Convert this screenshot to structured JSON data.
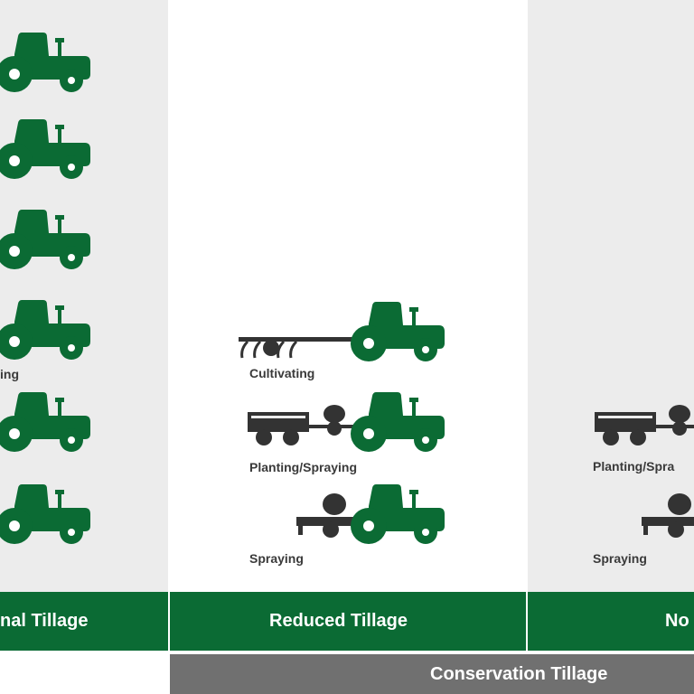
{
  "colors": {
    "green": "#0b6b34",
    "implement": "#333333",
    "column_shade": "#ececec",
    "conservation_band": "#707070"
  },
  "icons": {
    "tractor": "tractor-icon",
    "cultivator": "cultivator-icon",
    "planter_sprayer": "planter-sprayer-icon",
    "sprayer": "sprayer-icon"
  },
  "columns": [
    {
      "band_label": "nal Tillage",
      "operations": [
        {
          "label": ""
        },
        {
          "label": ""
        },
        {
          "label": ""
        },
        {
          "label": "ing"
        },
        {
          "label": ""
        },
        {
          "label": ""
        }
      ]
    },
    {
      "band_label": "Reduced Tillage",
      "operations": [
        {
          "label": "Cultivating"
        },
        {
          "label": "Planting/Spraying"
        },
        {
          "label": "Spraying"
        }
      ]
    },
    {
      "band_label": "No",
      "operations": [
        {
          "label": "Planting/Spra"
        },
        {
          "label": "Spraying"
        }
      ]
    }
  ],
  "conservation_label": "Conservation Tillage"
}
